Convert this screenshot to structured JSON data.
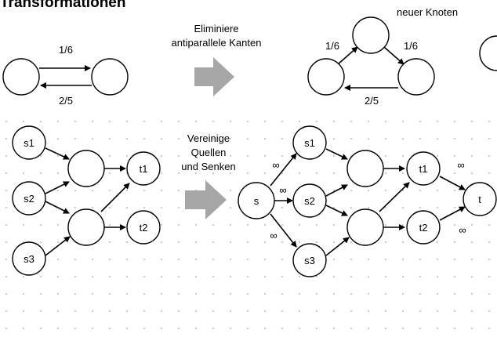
{
  "title": "Transformationen",
  "captions": {
    "top_line1": "Eliminiere",
    "top_line2": "antiparallele Kanten",
    "new_node": "neuer Knoten",
    "bottom_line1": "Vereinige",
    "bottom_line2": "Quellen",
    "bottom_line3": "und Senken"
  },
  "top_left": {
    "forward_label": "1/6",
    "backward_label": "2/5"
  },
  "top_right": {
    "left_label": "1/6",
    "right_label": "1/6",
    "bottom_label": "2/5"
  },
  "bottom_left": {
    "nodes": [
      "s1",
      "s2",
      "s3",
      "t1",
      "t2"
    ]
  },
  "bottom_right": {
    "nodes": [
      "s",
      "s1",
      "s2",
      "s3",
      "t1",
      "t2",
      "t"
    ],
    "inf_label": "∞"
  }
}
